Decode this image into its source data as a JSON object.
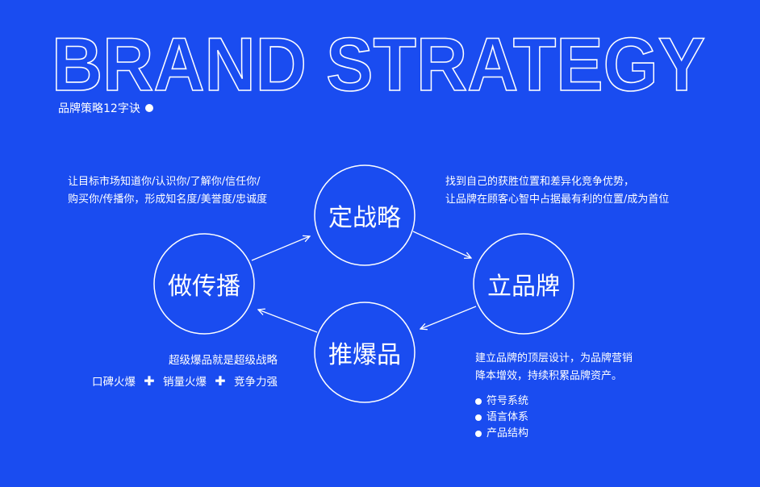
{
  "header": {
    "title": "BRAND STRATEGY",
    "subtitle": "品牌策略12字诀"
  },
  "nodes": {
    "top": "定战略",
    "right": "立品牌",
    "bottom": "推爆品",
    "left": "做传播"
  },
  "blocks": {
    "top_left": {
      "line1": "让目标市场知道你/认识你/了解你/信任你/",
      "line2": "购买你/传播你，形成知名度/美誉度/忠诚度"
    },
    "top_right": {
      "line1": "找到自己的获胜位置和差异化竞争优势，",
      "line2": "让品牌在顾客心智中占据最有利的位置/成为首位"
    },
    "bottom_left": {
      "line1": "超级爆品就是超级战略",
      "item1": "口碑火爆",
      "item2": "销量火爆",
      "item3": "竞争力强",
      "plus": "✚"
    },
    "bottom_right": {
      "line1": "建立品牌的顶层设计，为品牌营销",
      "line2": "降本增效，持续积累品牌资产。",
      "bullets": [
        "符号系统",
        "语言体系",
        "产品结构"
      ]
    }
  }
}
